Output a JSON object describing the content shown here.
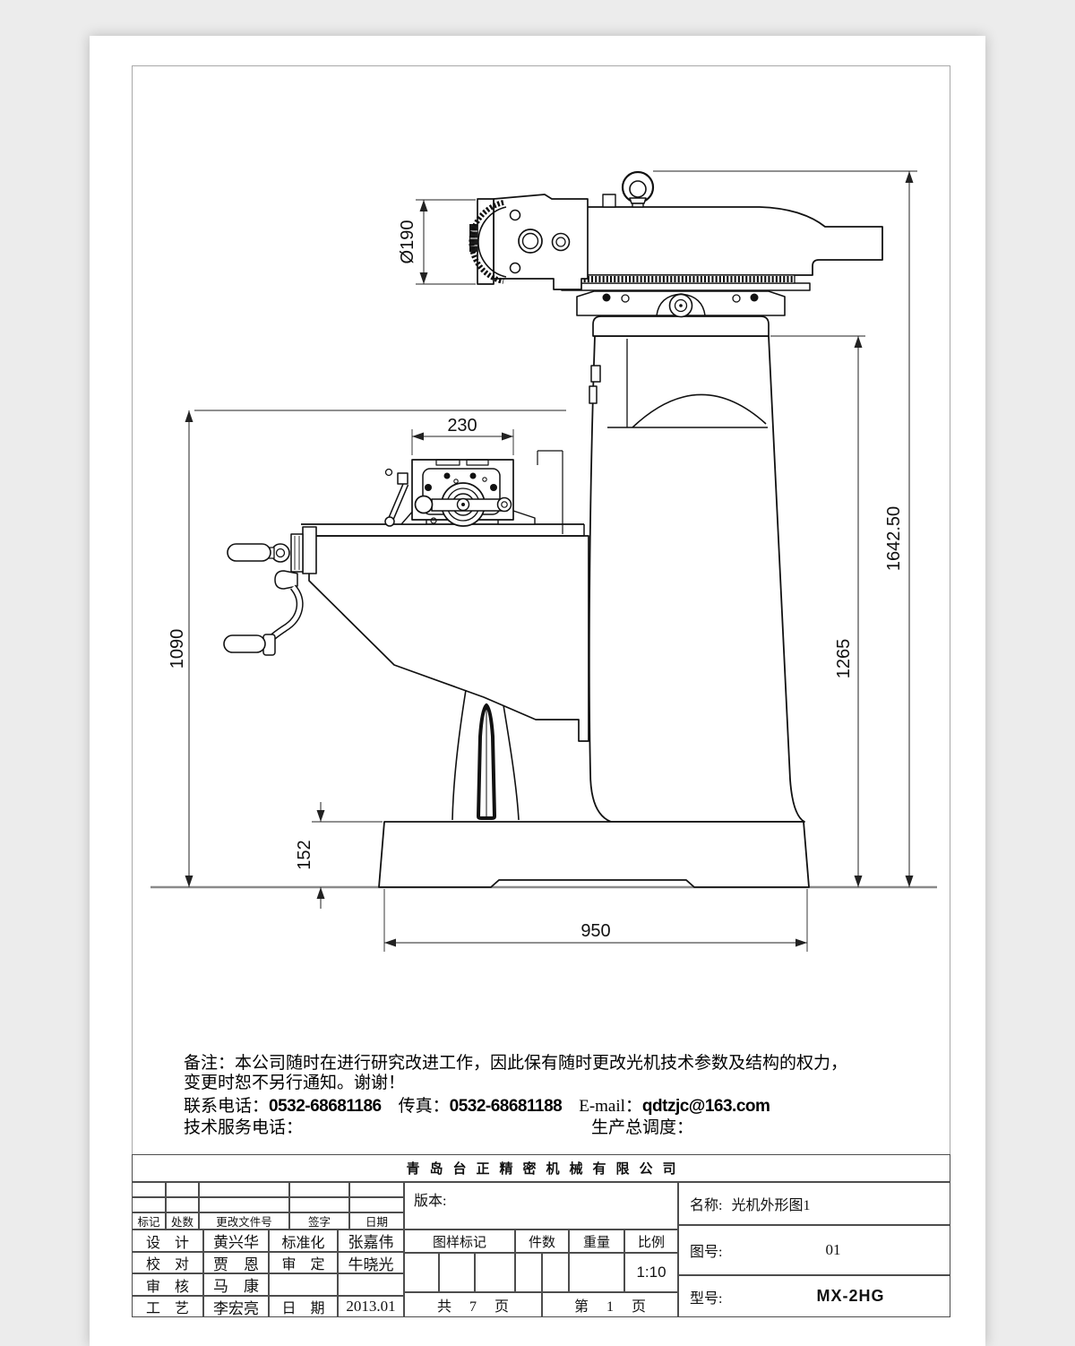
{
  "drawing": {
    "dimensions": {
      "head_dia": "Ø190",
      "vise_width": "230",
      "table_height": "1090",
      "base_height": "152",
      "base_length": "950",
      "column_height": "1265",
      "overall_height": "1642.50"
    }
  },
  "notes": {
    "line1": "备注：本公司随时在进行研究改进工作，因此保有随时更改光机技术参数及结构的权力，",
    "line2": "变更时恕不另行通知。谢谢！",
    "contact_label": "联系电话：",
    "contact_value": "0532-68681186",
    "fax_label": "传真：",
    "fax_value": "0532-68681188",
    "email_label": "E-mail：",
    "email_value": "qdtzjc@163.com",
    "service_label": "技术服务电话：",
    "dispatch_label": "生产总调度："
  },
  "titleblock": {
    "company": "青岛台正精密机械有限公司",
    "version_label": "版本:",
    "header_cols": [
      "标记",
      "处数",
      "更改文件号",
      "签字",
      "日期"
    ],
    "staff": [
      {
        "role": "设　计",
        "name": "黄兴华",
        "role2": "标准化",
        "name2": "张嘉伟"
      },
      {
        "role": "校　对",
        "name": "贾　恩",
        "role2": "审　定",
        "name2": "牛晓光"
      },
      {
        "role": "审　核",
        "name": "马　康",
        "role2": "",
        "name2": ""
      },
      {
        "role": "工　艺",
        "name": "李宏亮",
        "role2": "日　期",
        "name2": "2013.01"
      }
    ],
    "sample_cols": [
      "图样标记",
      "件数",
      "重量",
      "比例"
    ],
    "scale_value": "1:10",
    "pages_total": "共　 7 　页",
    "page_current": "第　 1 　页",
    "name_label": "名称:",
    "name_value": "光机外形图1",
    "no_label": "图号:",
    "no_value": "01",
    "model_label": "型号:",
    "model_value": "MX-2HG"
  }
}
